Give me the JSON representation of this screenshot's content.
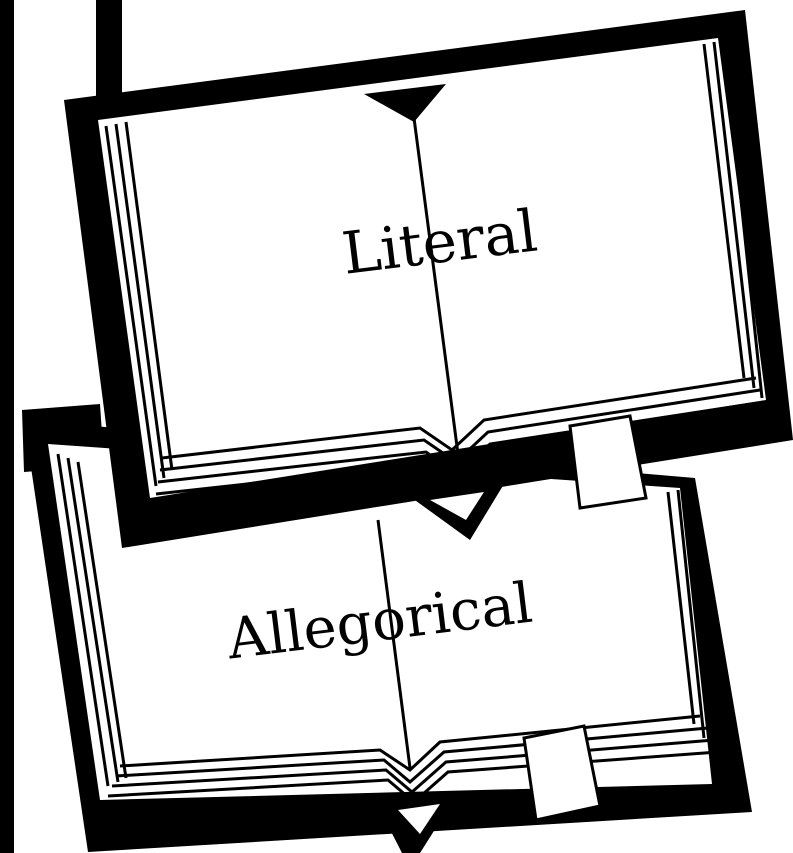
{
  "books": [
    {
      "id": "back",
      "label": "Allegorical"
    },
    {
      "id": "front",
      "label": "Literal"
    }
  ],
  "colors": {
    "ink": "#000000",
    "paper": "#ffffff"
  }
}
